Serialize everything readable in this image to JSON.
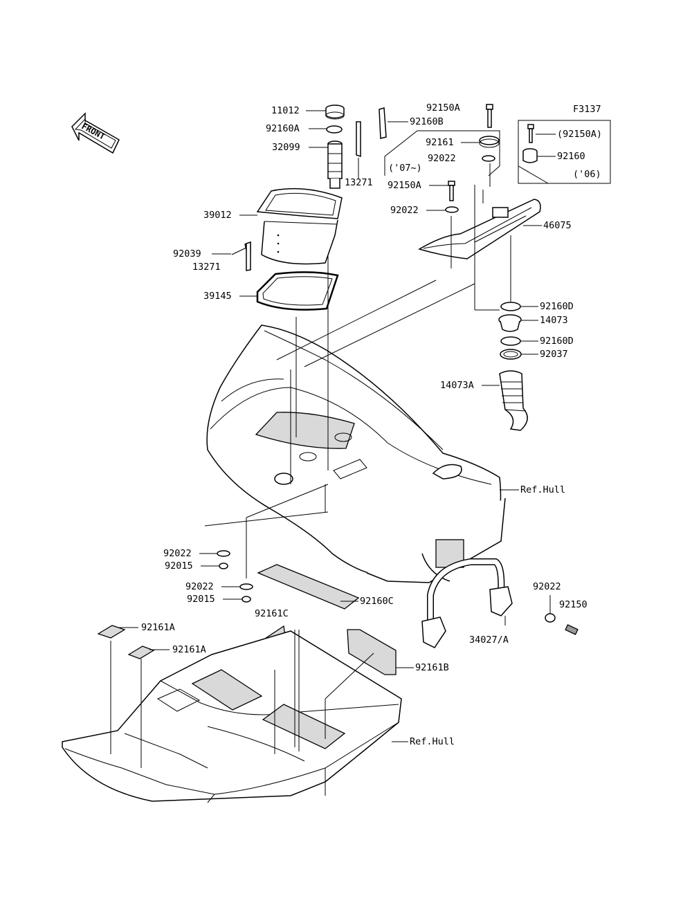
{
  "diagram": {
    "code": "F3137",
    "front_label": "FRONT",
    "labels": {
      "l11012": "11012",
      "l92160A": "92160A",
      "l32099": "32099",
      "l13271a": "13271",
      "l39012": "39012",
      "l92039": "92039",
      "l13271b": "13271",
      "l39145": "39145",
      "l92150A_a": "92150A",
      "l92160B": "92160B",
      "l92161": "92161",
      "l92022_a": "92022",
      "l07": "('07~)",
      "l92150A_b": "92150A",
      "l92022_b": "92022",
      "l92150A_box": "(92150A)",
      "l92160_box": "92160",
      "l06": "('06)",
      "l46075": "46075",
      "l92160D_a": "92160D",
      "l14073": "14073",
      "l92160D_b": "92160D",
      "l92037": "92037",
      "l14073A": "14073A",
      "lRefHull1": "Ref.Hull",
      "l92022_c": "92022",
      "l92015_a": "92015",
      "l92022_d": "92022",
      "l92015_b": "92015",
      "l92160C": "92160C",
      "l92161A_a": "92161A",
      "l92161A_b": "92161A",
      "l92161C": "92161C",
      "l92161B": "92161B",
      "l92022_e": "92022",
      "l92150": "92150",
      "l34027A": "34027/A",
      "lRefHull2": "Ref.Hull"
    }
  }
}
